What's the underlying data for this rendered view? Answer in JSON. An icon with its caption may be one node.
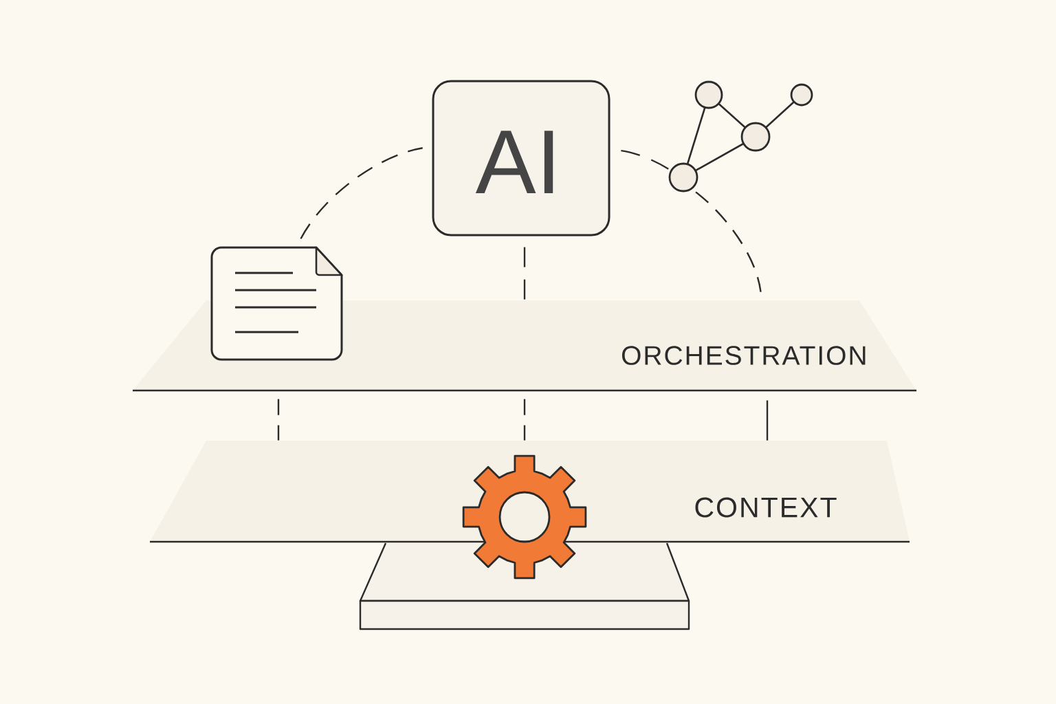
{
  "diagram": {
    "nodes": [
      {
        "text": [
          "AI"
        ]
      },
      {
        "text": [],
        "shape": "network"
      },
      {
        "text": [],
        "shape": "document"
      },
      {
        "text": [
          "ORCHESTRATION"
        ]
      },
      {
        "text": [
          "CONTEXT"
        ]
      },
      {
        "text": [],
        "shape": "gear"
      },
      {
        "text": [],
        "shape": "platform"
      }
    ],
    "edges": [
      {
        "from": 2,
        "to": 0,
        "arrow": "none",
        "style": "dashed"
      },
      {
        "from": 0,
        "to": 1,
        "arrow": "none",
        "style": "dashed"
      },
      {
        "from": 1,
        "to": 3,
        "arrow": "none",
        "style": "dashed"
      },
      {
        "from": 0,
        "to": 3,
        "arrow": "none",
        "style": "dashed"
      },
      {
        "from": 3,
        "to": 4,
        "arrow": "none",
        "style": "dashed"
      },
      {
        "from": 3,
        "to": 4,
        "arrow": "none",
        "style": "dashed"
      },
      {
        "from": 3,
        "to": 4,
        "arrow": "none"
      }
    ]
  }
}
